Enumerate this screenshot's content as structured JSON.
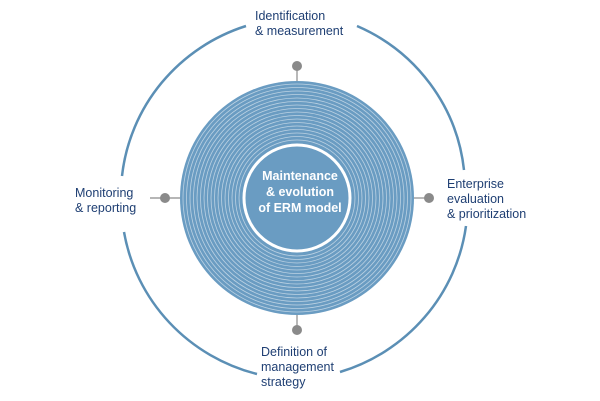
{
  "center": {
    "lines": [
      "Maintenance",
      "& evolution",
      "of ERM model"
    ]
  },
  "stages": {
    "top": {
      "lines": [
        "Identification",
        "& measurement"
      ]
    },
    "right": {
      "lines": [
        "Enterprise",
        "evaluation",
        "& prioritization"
      ]
    },
    "bottom": {
      "lines": [
        "Definition of",
        "management",
        "strategy"
      ]
    },
    "left": {
      "lines": [
        "Monitoring",
        "& reporting"
      ]
    }
  },
  "colors": {
    "outer_ring": "#5b8fb5",
    "core_fill": "#6a9cc2",
    "core_stripes": "#ffffff",
    "node": "#8a8a8a",
    "connector": "#8a8a8a",
    "label_text": "#1f3f73",
    "center_text": "#ffffff"
  }
}
